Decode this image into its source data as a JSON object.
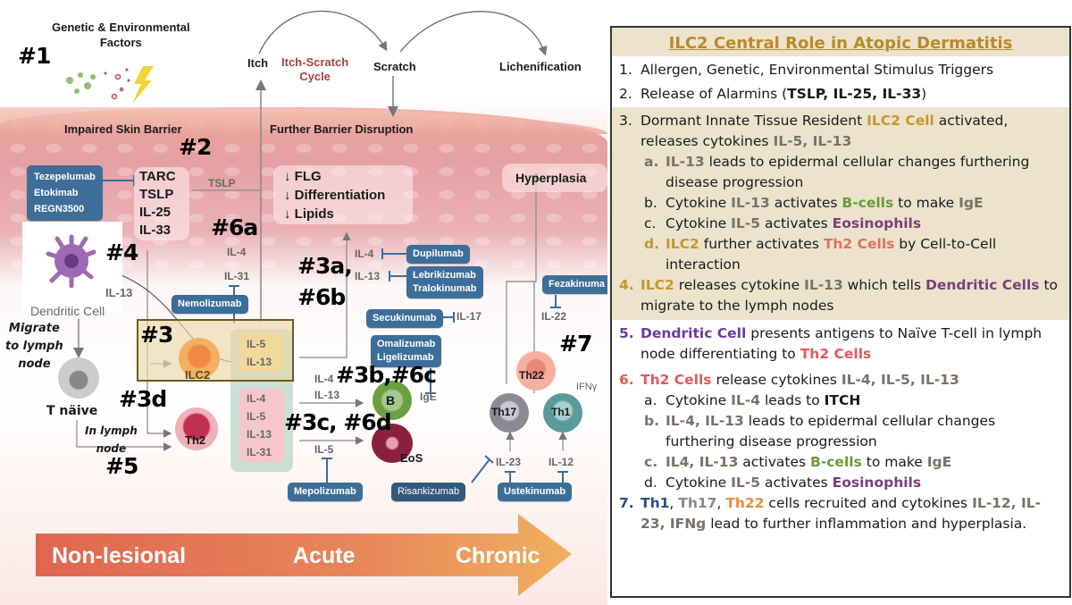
{
  "diagram": {
    "top": {
      "genetic_factors": "Genetic & Environmental\nFactors",
      "itch": "Itch",
      "itch_scratch_cycle": "Itch-Scratch\nCycle",
      "scratch": "Scratch",
      "lichenification": "Lichenification",
      "impaired_barrier": "Impaired Skin Barrier",
      "further_disruption": "Further Barrier Disruption"
    },
    "markers": {
      "m1": "#1",
      "m2": "#2",
      "m3": "#3",
      "m3a6b_1": "#3a,",
      "m3a6b_2": "#6b",
      "m3b6c": "#3b,#6c",
      "m3c6d": "#3c, #6d",
      "m3d": "#3d",
      "m4": "#4",
      "m5": "#5",
      "m6a": "#6a",
      "m7": "#7"
    },
    "alarmins": [
      "TARC",
      "TSLP",
      "IL-25",
      "IL-33"
    ],
    "tslp_line_label": "TSLP",
    "epidermal_changes": [
      "↓ FLG",
      "↓ Differentiation",
      "↓ Lipids"
    ],
    "hyperplasia": "Hyperplasia",
    "dendritic_cell": "Dendritic Cell",
    "il13_dc": "IL-13",
    "migrate": "Migrate\nto lymph\nnode",
    "t_naive": "T näive",
    "in_lymph": "In lymph\nnode",
    "ilc2": "ILC2",
    "th2": "Th2",
    "ilc2_cytokines": [
      "IL-5",
      "IL-13"
    ],
    "th2_cytokines": [
      "IL-4",
      "IL-5",
      "IL-13",
      "IL-31"
    ],
    "itch_cytokines": [
      "IL-4",
      "IL-31"
    ],
    "epi_cytokines": [
      "IL-4",
      "IL-13"
    ],
    "b_cytokines": [
      "IL-4",
      "IL-13"
    ],
    "eos_cytokine": "IL-5",
    "il17": "IL-17",
    "il22": "IL-22",
    "il23": "IL-23",
    "il12": "IL-12",
    "ifng": "IFNγ",
    "ige": "IgE",
    "b_cell": "B",
    "eos": "EoS",
    "th17": "Th17",
    "th1": "Th1",
    "th22": "Th22",
    "drugs": {
      "alarmin": [
        "Tezepelumab",
        "Etokimab",
        "REGN3500"
      ],
      "nemolizumab": "Nemolizumab",
      "dupilumab": "Dupilumab",
      "il13": [
        "Lebrikizumab",
        "Tralokinumab"
      ],
      "secukinumab": "Secukinumab",
      "ige": [
        "Omalizumab",
        "Ligelizumab"
      ],
      "fezakinumab": "Fezakinuma",
      "mepolizumab": "Mepolizumab",
      "risankizumab": "Risankizumab",
      "ustekinumab": "Ustekinumab"
    },
    "stages": [
      "Non-lesional",
      "Acute",
      "Chronic"
    ]
  },
  "panel": {
    "title": "ILC2 Central Role in Atopic Dermatitis",
    "item1": "Allergen, Genetic, Environmental Stimulus Triggers",
    "item2_pre": "Release of Alarmins (",
    "item2_bold": "TSLP, IL-25, IL-33",
    "item2_post": ")",
    "item3_a": "Dormant Innate Tissue Resident ",
    "item3_ilc2": "ILC2 Cell",
    "item3_b": "activated, releases cytokines ",
    "item3_cyt": "IL-5, IL-13",
    "item3a_cyt": "IL-13",
    "item3a_text": " leads to epidermal cellular changes furthering disease progression",
    "item3b_pre": "Cytokine ",
    "item3b_cyt": "IL-13",
    "item3b_mid": " activates ",
    "item3b_b": "B-cells",
    "item3b_post": " to make ",
    "item3b_ige": "IgE",
    "item3c_pre": "Cytokine ",
    "item3c_cyt": "IL-5",
    "item3c_mid": " activates ",
    "item3c_eos": "Eosinophils",
    "item3d_ilc2": "ILC2",
    "item3d_mid": " further activates ",
    "item3d_th2": "Th2 Cells",
    "item3d_post": " by Cell-to-Cell interaction",
    "item4_ilc2": "ILC2",
    "item4_mid": " releases cytokine ",
    "item4_cyt": "IL-13",
    "item4_post": " which tells ",
    "item4_dc": "Dendritic Cells",
    "item4_end": " to migrate to the lymph nodes",
    "item5_dc": "Dendritic Cell",
    "item5_text": " presents antigens to Naïve T-cell in lymph node differentiating to ",
    "item5_th2": "Th2 Cells",
    "item6_th2": "Th2 Cells",
    "item6_mid": " release cytokines ",
    "item6_cyt": "IL-4, IL-5, IL-13",
    "item6a_pre": "Cytokine ",
    "item6a_cyt": "IL-4",
    "item6a_mid": " leads to ",
    "item6a_itch": "ITCH",
    "item6b_cyt": "IL-4, IL-13",
    "item6b_text": " leads to epidermal cellular changes furthering disease progression",
    "item6c_cyt": "IL4, IL-13",
    "item6c_mid": " activates ",
    "item6c_b": "B-cells",
    "item6c_post": " to make ",
    "item6c_ige": "IgE",
    "item6d_pre": "Cytokine ",
    "item6d_cyt": "IL-5",
    "item6d_mid": " activates ",
    "item6d_eos": "Eosinophils",
    "item7_th1": "Th1",
    "item7_th17": "Th17",
    "item7_th22": "Th22",
    "item7_mid": " cells recruited and cytokines ",
    "item7_cyt": "IL-12, IL-23, IFNg",
    "item7_post": " lead to further inflammation and hyperplasia.",
    "nums": [
      "1.",
      "2.",
      "3.",
      "a.",
      "b.",
      "c.",
      "d.",
      "4.",
      "5.",
      "6.",
      "a.",
      "b.",
      "c.",
      "d.",
      "7."
    ]
  },
  "colors": {
    "drug_box": "#3d6e99",
    "panel_tan": "#ede3cc",
    "title_gold": "#b88a2a"
  }
}
